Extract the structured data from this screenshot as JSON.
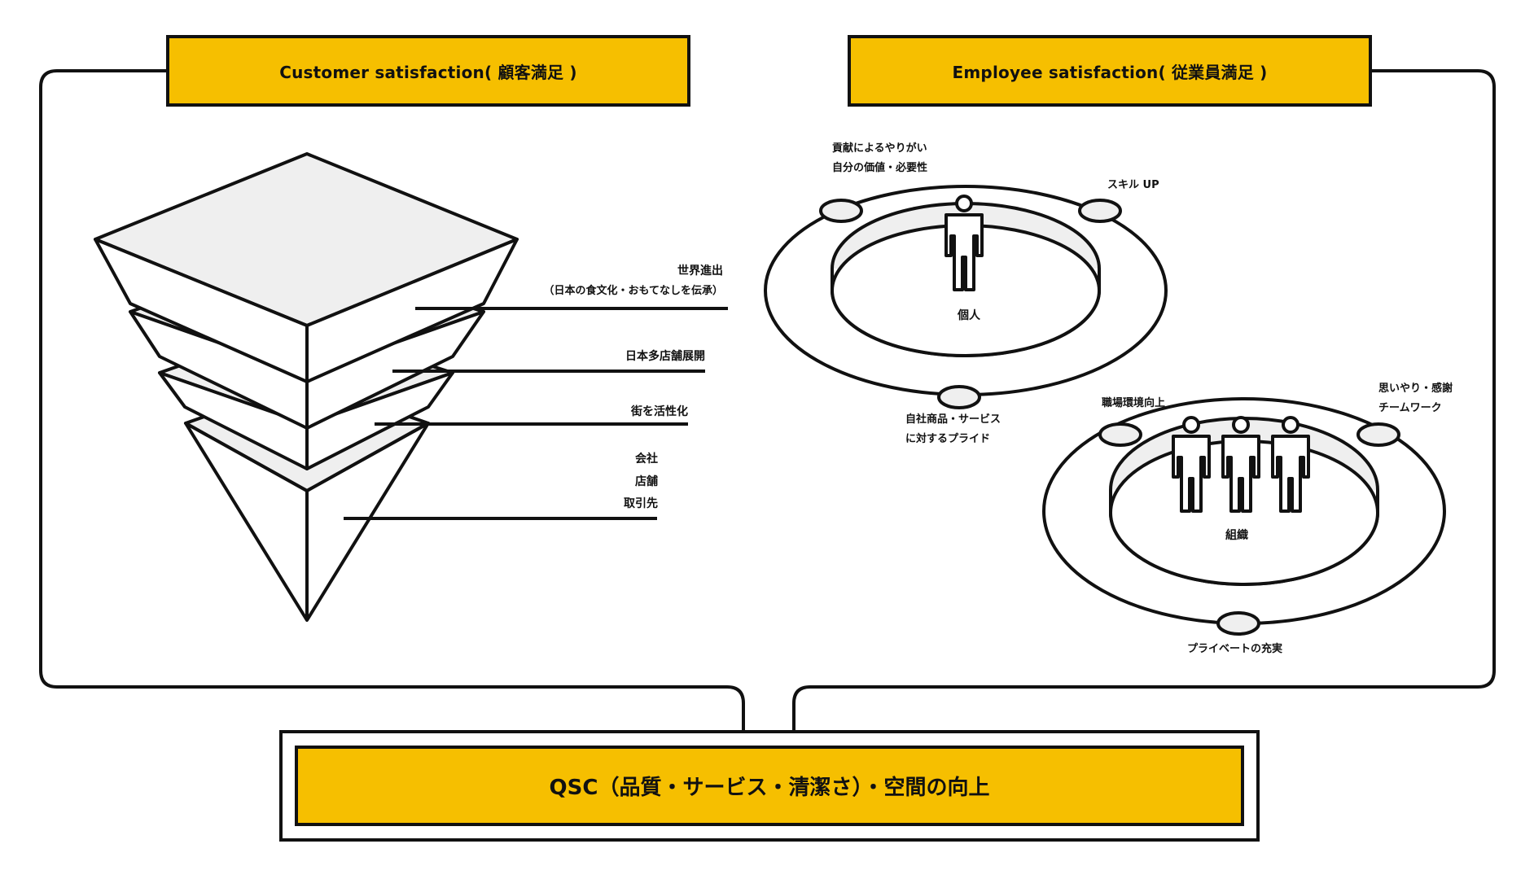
{
  "headers": {
    "customer": "Customer satisfaction( 顧客満足 )",
    "employee": "Employee satisfaction( 従業員満足 )"
  },
  "pyramid_labels": {
    "l1_title": "世界進出",
    "l1_sub": "（日本の食文化・おもてなしを伝承）",
    "l2": "日本多店舗展開",
    "l3": "街を活性化",
    "l4_a": "会社",
    "l4_b": "店舗",
    "l4_c": "取引先"
  },
  "individual": {
    "center": "個人",
    "top_left_1": "貢献によるやりがい",
    "top_left_2": "自分の価値・必要性",
    "top_right": "スキル UP",
    "bottom_1": "自社商品・サービス",
    "bottom_2": "に対するプライド"
  },
  "organization": {
    "center": "組織",
    "top_left": "職場環境向上",
    "top_right_1": "思いやり・感謝",
    "top_right_2": "チームワーク",
    "bottom": "プライベートの充実"
  },
  "bottom_banner": "QSC（品質・サービス・清潔さ）・空間の向上",
  "colors": {
    "accent": "#f6bf00",
    "stroke": "#111111",
    "panel_fill": "#efefef"
  }
}
